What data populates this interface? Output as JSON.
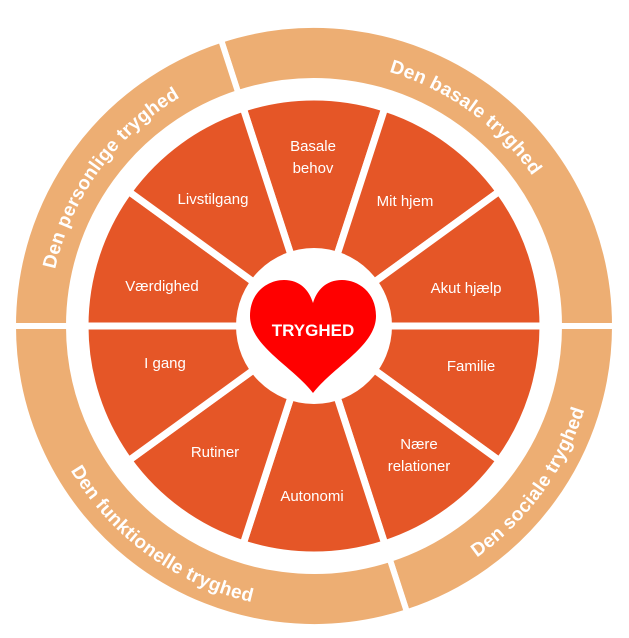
{
  "center": {
    "label": "TRYGHED",
    "heart_color": "#FF0000"
  },
  "colors": {
    "ring": "#EDAE73",
    "segment": "#E55627",
    "separator": "#FFFFFF",
    "text": "#FFFFFF"
  },
  "ring": [
    {
      "label": "Den basale tryghed"
    },
    {
      "label": "Den sociale tryghed"
    },
    {
      "label": "Den funktionelle tryghed"
    },
    {
      "label": "Den personlige tryghed"
    }
  ],
  "segments": [
    {
      "lines": [
        "Basale",
        "behov"
      ]
    },
    {
      "lines": [
        "Mit hjem"
      ]
    },
    {
      "lines": [
        "Akut hjælp"
      ]
    },
    {
      "lines": [
        "Familie"
      ]
    },
    {
      "lines": [
        "Nære",
        "relationer"
      ]
    },
    {
      "lines": [
        "Autonomi"
      ]
    },
    {
      "lines": [
        "Rutiner"
      ]
    },
    {
      "lines": [
        "I gang"
      ]
    },
    {
      "lines": [
        "Værdighed"
      ]
    },
    {
      "lines": [
        "Livstilgang"
      ]
    }
  ]
}
